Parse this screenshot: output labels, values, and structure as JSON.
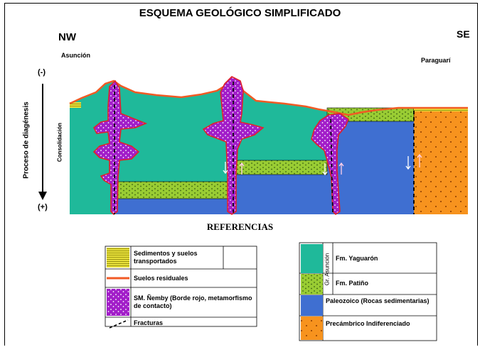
{
  "title": "ESQUEMA GEOLÓGICO SIMPLIFICADO",
  "directions": {
    "left": "NW",
    "right": "SE"
  },
  "places": {
    "left": "Asunción",
    "right": "Paraguarí"
  },
  "axis": {
    "top": "(-)",
    "bottom": "(+)",
    "process_label": "Proceso de diagénesis",
    "consolidation_label": "Consolidación"
  },
  "references_title": "REFERENCIAS",
  "legend_left": [
    {
      "label": "Sedimentos y suelos transportados",
      "symbol": "yellow-hatch"
    },
    {
      "label": "Suelos residuales",
      "symbol": "orange-line"
    },
    {
      "label": "SM. Ñemby (Borde rojo, metamorfismo de contacto)",
      "symbol": "purple-intrusive"
    },
    {
      "label": "Fracturas",
      "symbol": "dashed-line"
    }
  ],
  "legend_right": {
    "group_label": "Gr. Asunción",
    "items": [
      {
        "label": "Fm. Yaguarón",
        "symbol": "green"
      },
      {
        "label": "Fm. Patiño",
        "symbol": "green-dotted"
      },
      {
        "label": "Paleozoico (Rocas sedimentarias)",
        "symbol": "blue"
      },
      {
        "label": "Precámbrico Indiferenciado",
        "symbol": "orange-dotted"
      }
    ]
  },
  "colors": {
    "yaguaron": "#1fb99a",
    "patino": "#99cc33",
    "paleozoico": "#3f6fd1",
    "precambrico": "#f7931e",
    "nemby": "#a21ec9",
    "residual": "#f15a24",
    "transported": "#e8e13a"
  }
}
